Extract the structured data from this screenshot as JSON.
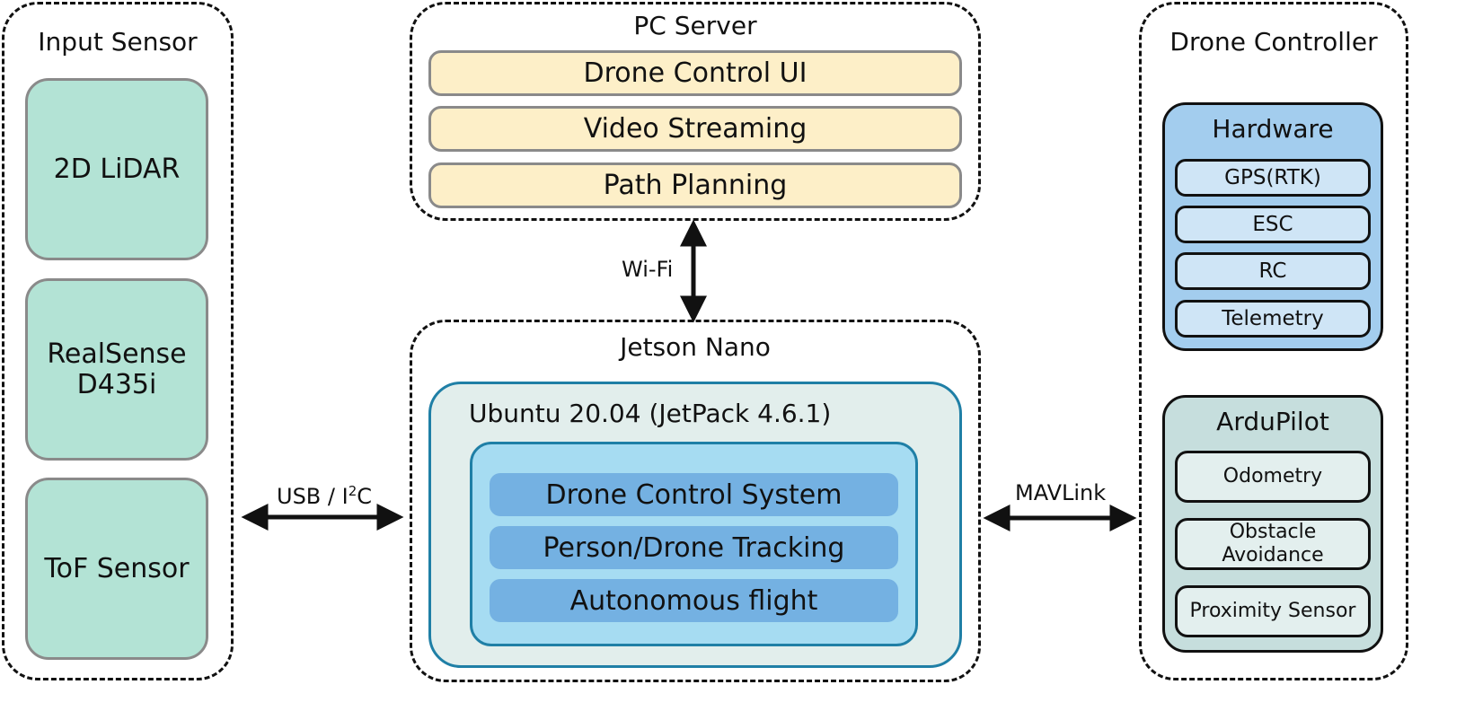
{
  "input_sensor": {
    "title": "Input Sensor",
    "items": [
      "2D LiDAR",
      "RealSense\nD435i",
      "ToF Sensor"
    ]
  },
  "pc_server": {
    "title": "PC Server",
    "items": [
      "Drone Control UI",
      "Video Streaming",
      "Path Planning"
    ]
  },
  "jetson_nano": {
    "title": "Jetson Nano",
    "os_label": "Ubuntu 20.04 (JetPack 4.6.1)",
    "modules": [
      "Drone Control System",
      "Person/Drone Tracking",
      "Autonomous flight"
    ]
  },
  "drone_controller": {
    "title": "Drone Controller",
    "hardware": {
      "title": "Hardware",
      "items": [
        "GPS(RTK)",
        "ESC",
        "RC",
        "Telemetry"
      ]
    },
    "ardupilot": {
      "title": "ArduPilot",
      "items": [
        "Odometry",
        "Obstacle\nAvoidance",
        "Proximity Sensor"
      ]
    }
  },
  "connections": {
    "wifi": "Wi-Fi",
    "usb_prefix": "USB / I",
    "usb_sup": "2",
    "usb_suffix": "C",
    "mavlink": "MAVLink"
  },
  "colors": {
    "sensor_fill": "#b3e3d5",
    "server_fill": "#fdefc8",
    "ubuntu_fill": "#e2eeec",
    "ubuntu_border": "#1f7fa6",
    "module_area_fill": "#a6dcf2",
    "module_fill": "#74b1e2",
    "hardware_fill": "#a3cdee",
    "ardupilot_fill": "#c6dedd"
  }
}
